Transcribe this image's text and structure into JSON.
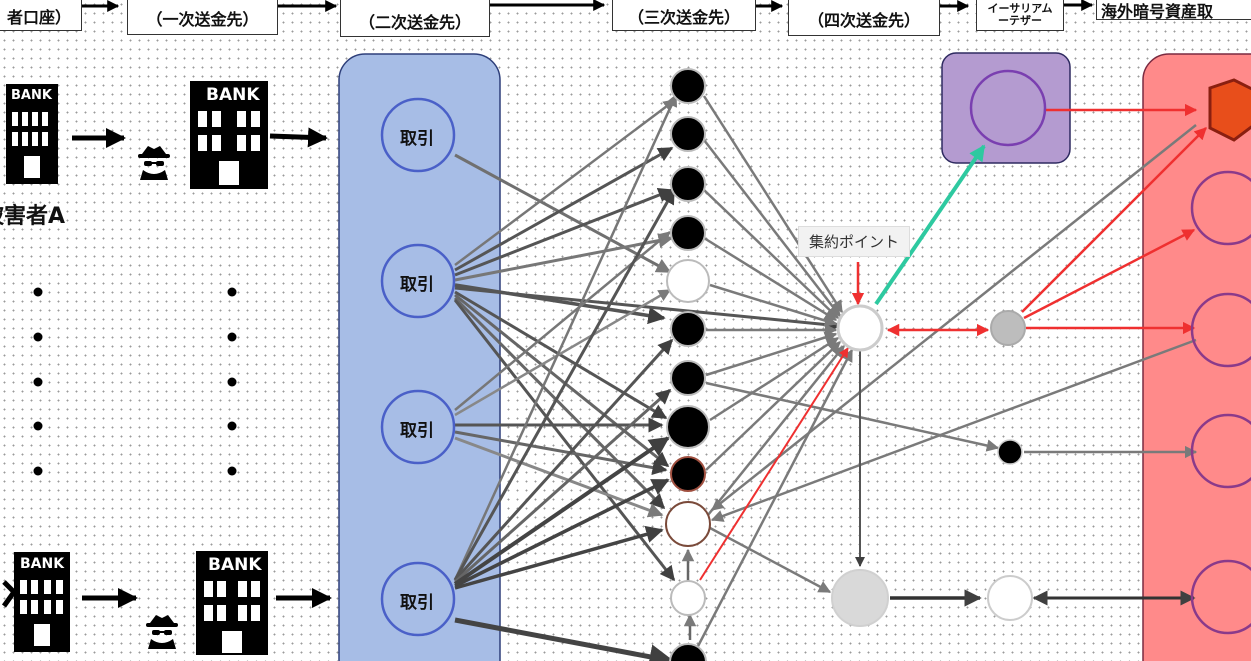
{
  "headers": {
    "victim_account": "者口座）",
    "first_destination": "（一次送金先）",
    "second_destination": "（二次送金先）",
    "third_destination": "（三次送金先）",
    "fourth_destination": "（四次送金先）",
    "tether_line1": "イーサリアム",
    "tether_line2": "ーテザー",
    "overseas_exchange": "海外暗号資産取"
  },
  "bank_label": "BANK",
  "victim_label": "被害者A",
  "transaction_label": "取引",
  "aggregation_point_label": "集約ポイント",
  "colors": {
    "blue_panel": "#a7bde6",
    "purple_panel": "#b49bd0",
    "red_panel": "#ff8a8a",
    "hexagon": "#e84e1b",
    "teal_arrow": "#2ec9a0",
    "red_arrow": "#ef3030"
  }
}
